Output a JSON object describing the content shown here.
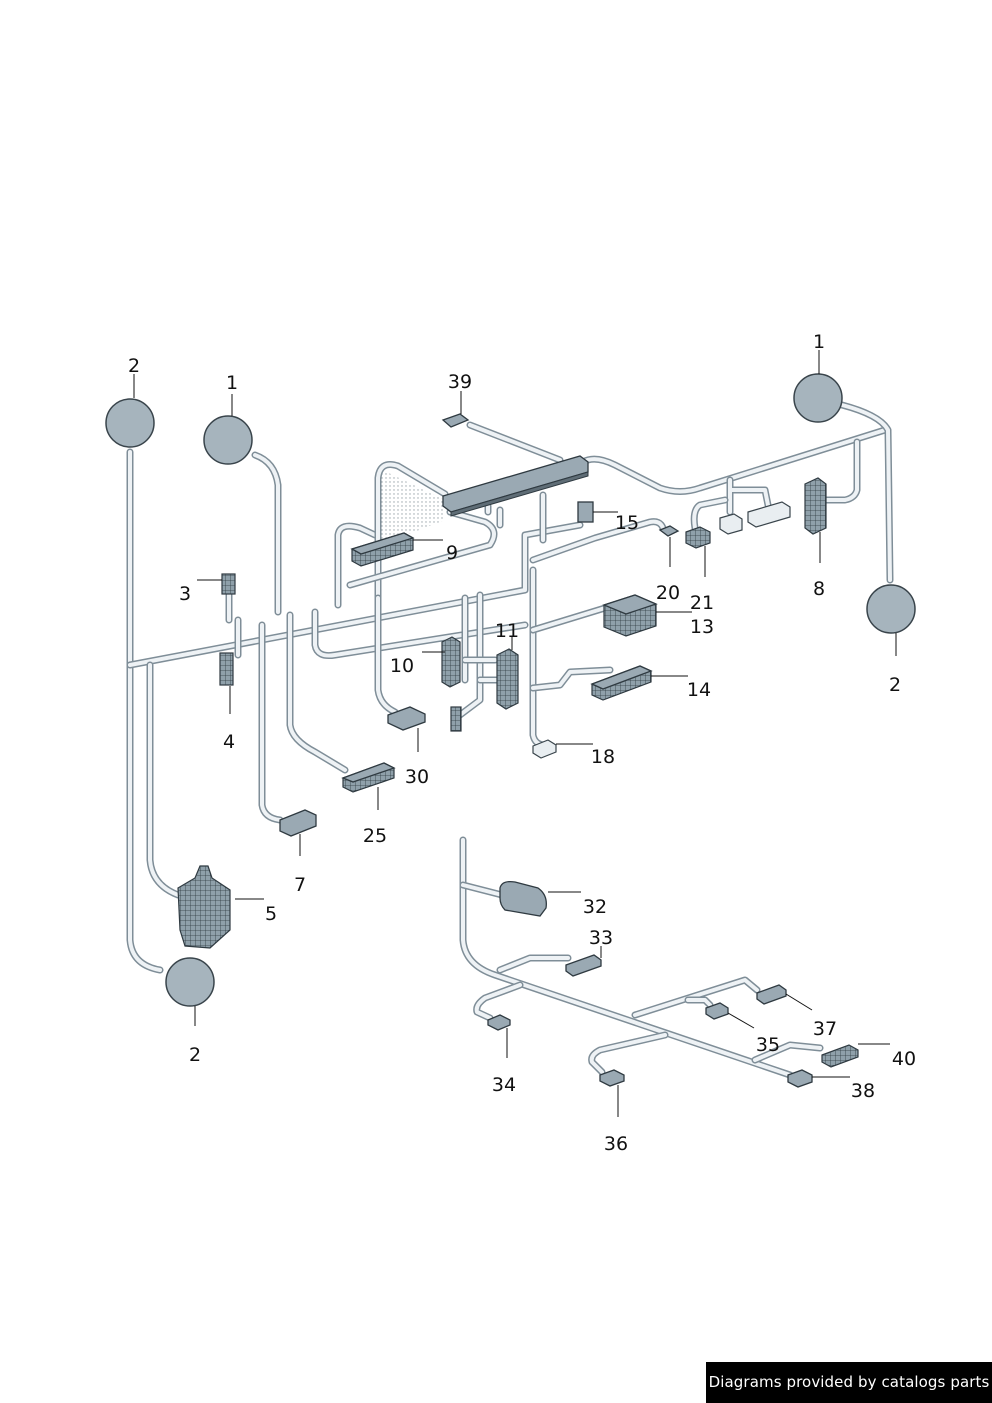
{
  "parts": [
    {
      "id": "p2-top-left",
      "label": "2"
    },
    {
      "id": "p1-left",
      "label": "1"
    },
    {
      "id": "p39",
      "label": "39"
    },
    {
      "id": "p1-right",
      "label": "1"
    },
    {
      "id": "p3",
      "label": "3"
    },
    {
      "id": "p9",
      "label": "9"
    },
    {
      "id": "p15",
      "label": "15"
    },
    {
      "id": "p20",
      "label": "20"
    },
    {
      "id": "p21",
      "label": "21"
    },
    {
      "id": "p8",
      "label": "8"
    },
    {
      "id": "p13",
      "label": "13"
    },
    {
      "id": "p2-right",
      "label": "2"
    },
    {
      "id": "p4",
      "label": "4"
    },
    {
      "id": "p10",
      "label": "10"
    },
    {
      "id": "p11",
      "label": "11"
    },
    {
      "id": "p14",
      "label": "14"
    },
    {
      "id": "p30",
      "label": "30"
    },
    {
      "id": "p18",
      "label": "18"
    },
    {
      "id": "p25",
      "label": "25"
    },
    {
      "id": "p7",
      "label": "7"
    },
    {
      "id": "p5",
      "label": "5"
    },
    {
      "id": "p32",
      "label": "32"
    },
    {
      "id": "p33",
      "label": "33"
    },
    {
      "id": "p2-bottom",
      "label": "2"
    },
    {
      "id": "p37",
      "label": "37"
    },
    {
      "id": "p35",
      "label": "35"
    },
    {
      "id": "p40",
      "label": "40"
    },
    {
      "id": "p34",
      "label": "34"
    },
    {
      "id": "p38",
      "label": "38"
    },
    {
      "id": "p36",
      "label": "36"
    }
  ],
  "footer": {
    "credit": "Diagrams provided by catalogs parts"
  }
}
